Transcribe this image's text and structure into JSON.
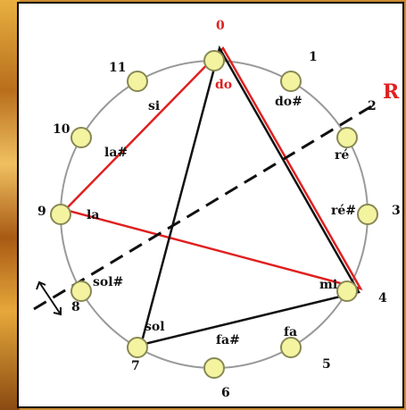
{
  "numbers": [
    "0",
    "1",
    "2",
    "3",
    "4",
    "5",
    "6",
    "7",
    "8",
    "9",
    "10",
    "11"
  ],
  "notes": [
    "do",
    "do#",
    "ré",
    "ré#",
    "mi",
    "fa",
    "fa#",
    "sol",
    "sol#",
    "la",
    "la#",
    "si"
  ],
  "axis_label": "R",
  "colors": {
    "circle": "#999999",
    "node_fill": "#f4f3a0",
    "node_stroke": "#888855",
    "red": "#e02020",
    "black": "#111111"
  }
}
